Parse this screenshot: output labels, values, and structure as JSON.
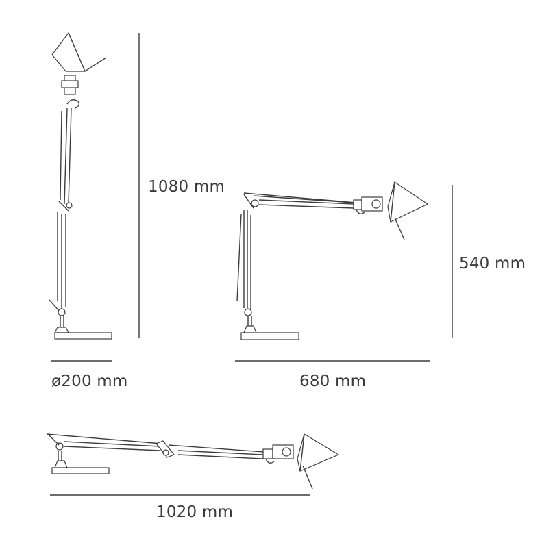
{
  "dimensions": {
    "upright_height": "1080 mm",
    "base_diameter": "ø200 mm",
    "mid_height": "540 mm",
    "mid_reach": "680 mm",
    "flat_reach": "1020 mm"
  }
}
